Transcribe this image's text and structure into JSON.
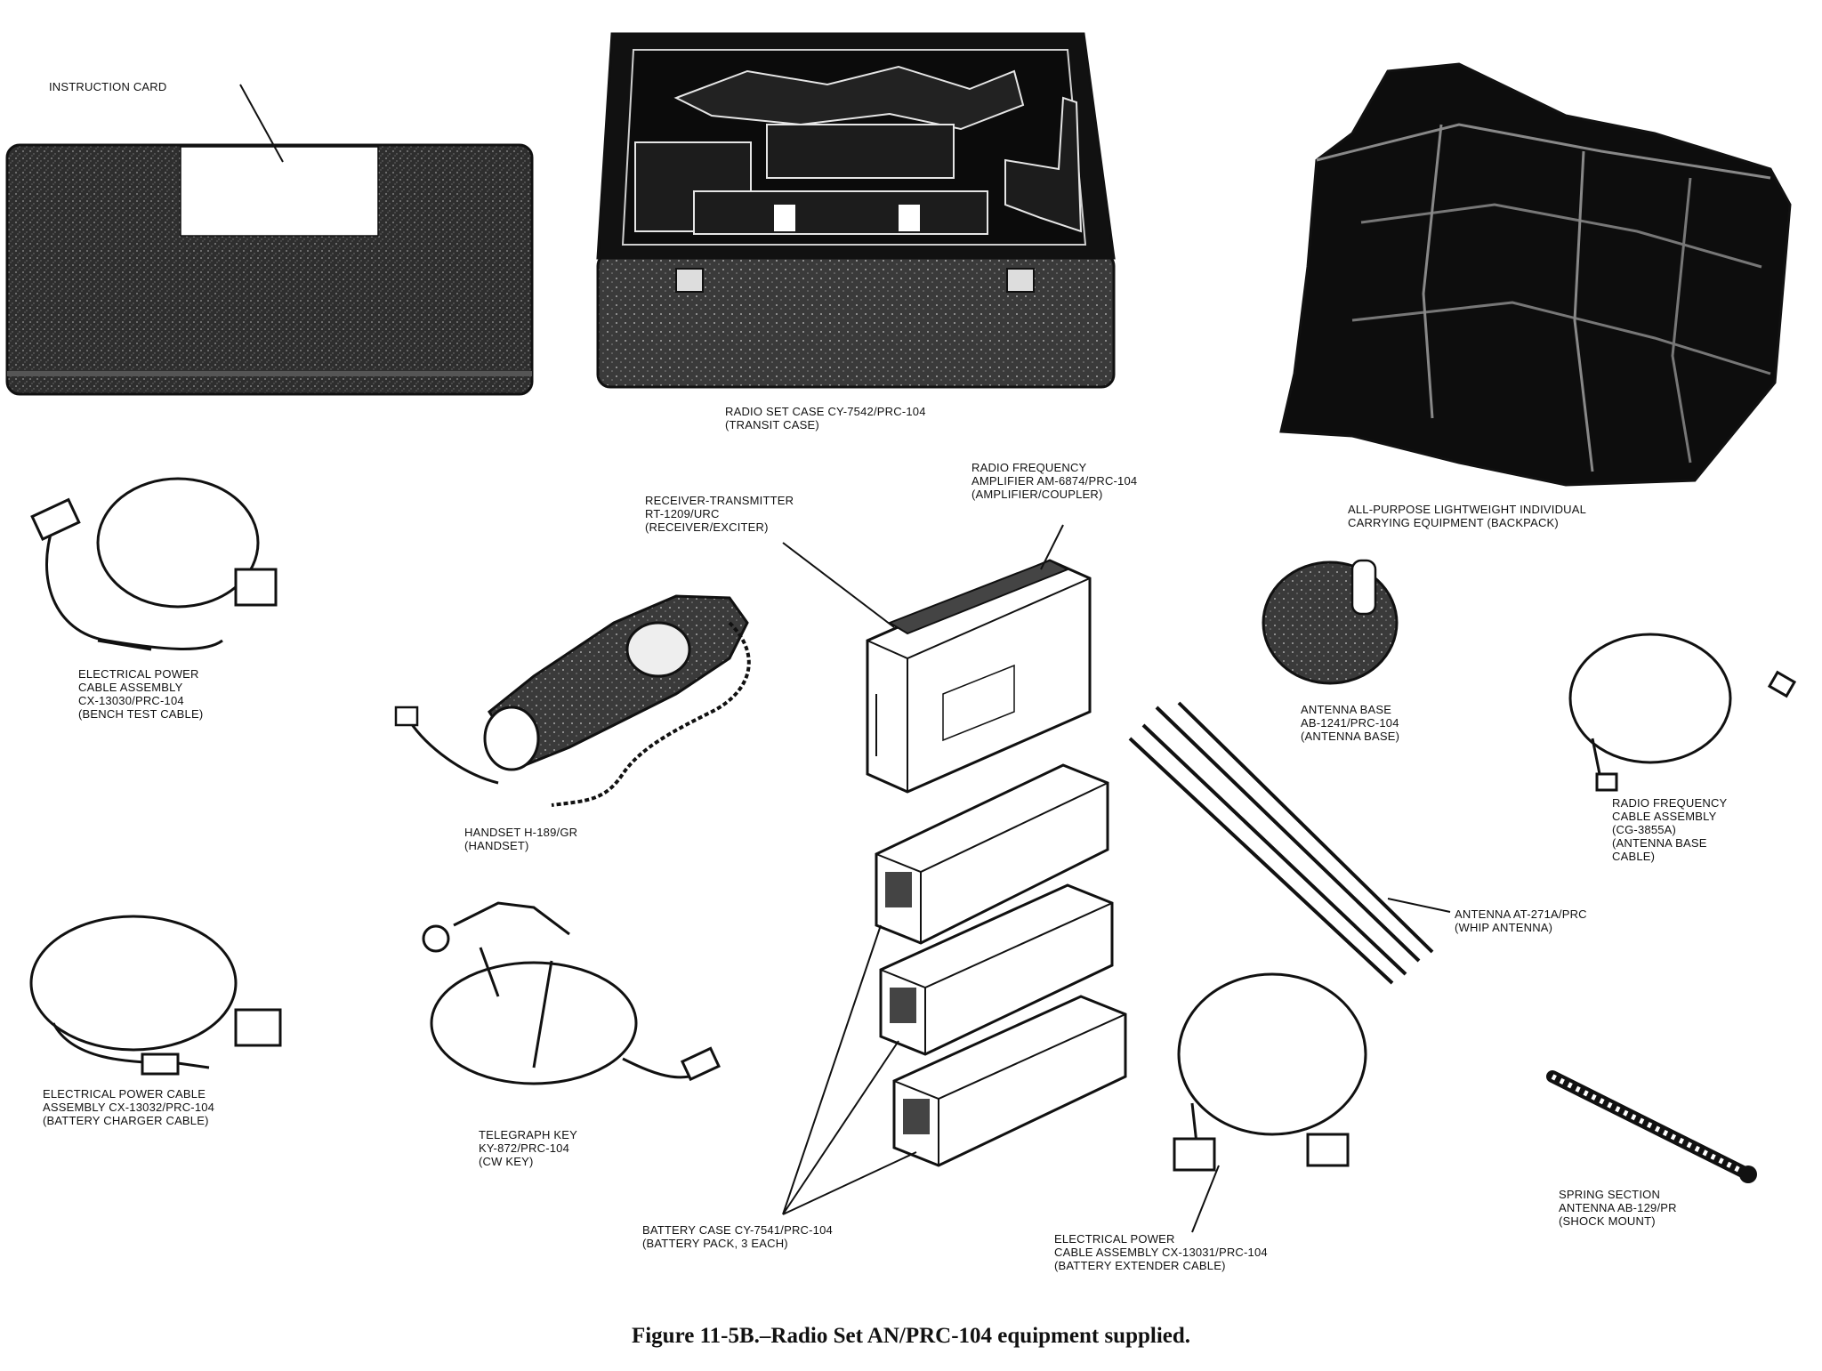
{
  "figure": {
    "caption": "Figure 11-5B.–Radio Set AN/PRC-104 equipment supplied."
  },
  "labels": {
    "instruction_card": [
      "INSTRUCTION CARD"
    ],
    "transit_case": [
      "RADIO SET CASE CY-7542/PRC-104",
      "(TRANSIT CASE)"
    ],
    "backpack": [
      "ALL-PURPOSE LIGHTWEIGHT INDIVIDUAL",
      "CARRYING EQUIPMENT (BACKPACK)"
    ],
    "bench_cable": [
      "ELECTRICAL POWER",
      "CABLE ASSEMBLY",
      "CX-13030/PRC-104",
      "(BENCH TEST CABLE)"
    ],
    "receiver_transmitter": [
      "RECEIVER-TRANSMITTER",
      "RT-1209/URC",
      "(RECEIVER/EXCITER)"
    ],
    "amplifier": [
      "RADIO FREQUENCY",
      "AMPLIFIER AM-6874/PRC-104",
      "(AMPLIFIER/COUPLER)"
    ],
    "antenna_base": [
      "ANTENNA BASE",
      "AB-1241/PRC-104",
      "(ANTENNA BASE)"
    ],
    "rf_cable": [
      "RADIO FREQUENCY",
      "CABLE ASSEMBLY",
      "(CG-3855A)",
      "(ANTENNA BASE",
      "CABLE)"
    ],
    "handset": [
      "HANDSET H-189/GR",
      "(HANDSET)"
    ],
    "whip_antenna": [
      "ANTENNA AT-271A/PRC",
      "(WHIP ANTENNA)"
    ],
    "charger_cable": [
      "ELECTRICAL POWER CABLE",
      "ASSEMBLY CX-13032/PRC-104",
      "(BATTERY CHARGER CABLE)"
    ],
    "telegraph_key": [
      "TELEGRAPH KEY",
      "KY-872/PRC-104",
      "(CW KEY)"
    ],
    "battery_case": [
      "BATTERY CASE CY-7541/PRC-104",
      "(BATTERY PACK, 3 EACH)"
    ],
    "extender_cable": [
      "ELECTRICAL POWER",
      "CABLE ASSEMBLY CX-13031/PRC-104",
      "(BATTERY EXTENDER CABLE)"
    ],
    "shock_mount": [
      "SPRING SECTION",
      "ANTENNA AB-129/PR",
      "(SHOCK MOUNT)"
    ]
  },
  "colors": {
    "ink": "#111111",
    "dark_fill": "#1a1a1a",
    "speckle_fill": "#2b2b2b",
    "paper": "#ffffff"
  }
}
